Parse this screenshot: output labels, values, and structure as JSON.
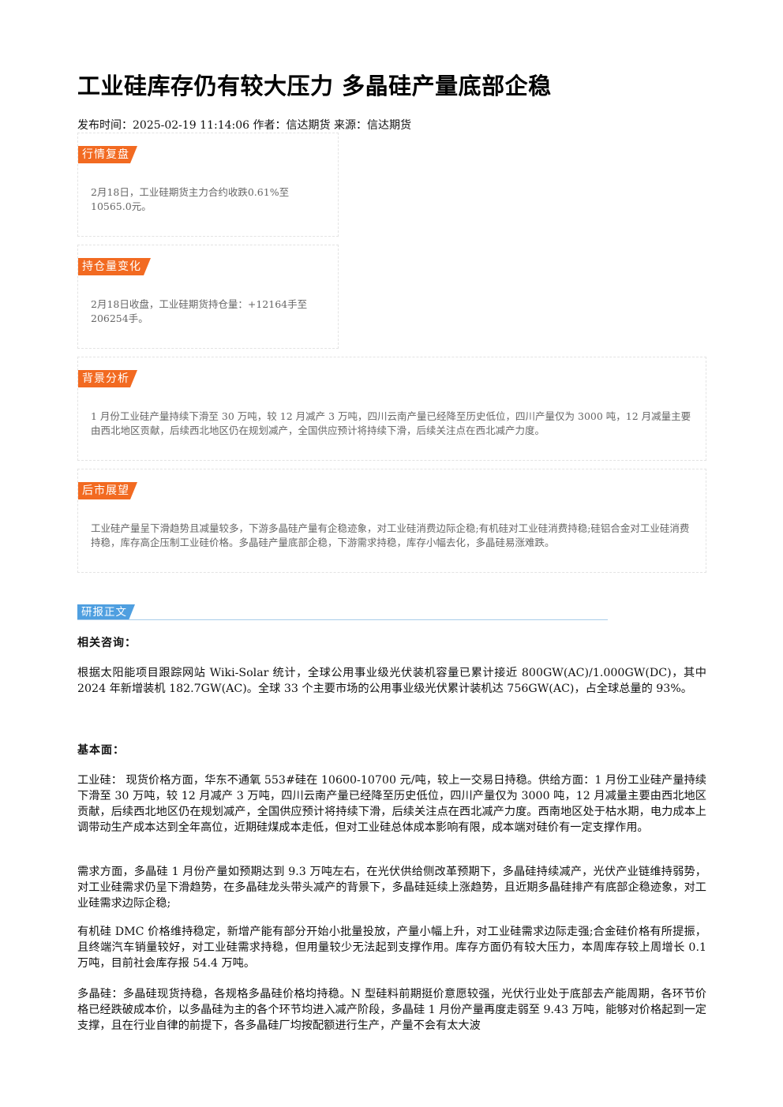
{
  "article": {
    "title": "工业硅库存仍有较大压力 多晶硅产量底部企稳",
    "meta": "发布时间：2025-02-19 11:14:06 作者：信达期货 来源：信达期货"
  },
  "boxes": [
    {
      "tag": "行情复盘",
      "text": "2月18日，工业硅期货主力合约收跌0.61%至10565.0元。"
    },
    {
      "tag": "持仓量变化",
      "text": "2月18日收盘，工业硅期货持仓量：+12164手至206254手。"
    },
    {
      "tag": "背景分析",
      "text": "1 月份工业硅产量持续下滑至 30 万吨，较 12 月减产 3 万吨，四川云南产量已经降至历史低位，四川产量仅为 3000 吨，12 月减量主要由西北地区贡献，后续西北地区仍在规划减产，全国供应预计将持续下滑，后续关注点在西北减产力度。"
    },
    {
      "tag": "后市展望",
      "text": "工业硅产量呈下滑趋势且减量较多，下游多晶硅产量有企稳迹象，对工业硅消费边际企稳;有机硅对工业硅消费持稳;硅铝合金对工业硅消费持稳，库存高企压制工业硅价格。多晶硅产量底部企稳，下游需求持稳，库存小幅去化，多晶硅易涨难跌。"
    }
  ],
  "report": {
    "section_label": "研报正文",
    "consult_heading": "相关咨询：",
    "consult_text": "根据太阳能项目跟踪网站 Wiki-Solar 统计，全球公用事业级光伏装机容量已累计接近 800GW(AC)/1.000GW(DC)，其中 2024 年新增装机 182.7GW(AC)。全球 33 个主要市场的公用事业级光伏累计装机达 756GW(AC)，占全球总量的 93%。",
    "fundamental_heading": "基本面：",
    "paragraphs": [
      "工业硅： 现货价格方面，华东不通氧 553#硅在 10600-10700 元/吨，较上一交易日持稳。供给方面：1 月份工业硅产量持续下滑至 30 万吨，较 12 月减产 3 万吨，四川云南产量已经降至历史低位，四川产量仅为 3000 吨，12 月减量主要由西北地区贡献，后续西北地区仍在规划减产，全国供应预计将持续下滑，后续关注点在西北减产力度。西南地区处于枯水期，电力成本上调带动生产成本达到全年高位，近期硅煤成本走低，但对工业硅总体成本影响有限，成本端对硅价有一定支撑作用。",
      "需求方面，多晶硅 1 月份产量如预期达到 9.3 万吨左右，在光伏供给侧改革预期下，多晶硅持续减产，光伏产业链维持弱势，对工业硅需求仍呈下滑趋势，在多晶硅龙头带头减产的背景下，多晶硅延续上涨趋势，且近期多晶硅排产有底部企稳迹象，对工业硅需求边际企稳;",
      "有机硅 DMC 价格维持稳定，新增产能有部分开始小批量投放，产量小幅上升，对工业硅需求边际走强;合金硅价格有所提振，且终端汽车销量较好，对工业硅需求持稳，但用量较少无法起到支撑作用。库存方面仍有较大压力，本周库存较上周增长 0.1 万吨，目前社会库存报 54.4 万吨。",
      "多晶硅：多晶硅现货持稳，各规格多晶硅价格均持稳。N 型硅料前期挺价意愿较强，光伏行业处于底部去产能周期，各环节价格已经跌破成本价，以多晶硅为主的各个环节均进入减产阶段，多晶硅 1 月份产量再度走弱至 9.43 万吨，能够对价格起到一定支撑，且在行业自律的前提下，各多晶硅厂均按配额进行生产，产量不会有太大波"
    ]
  }
}
